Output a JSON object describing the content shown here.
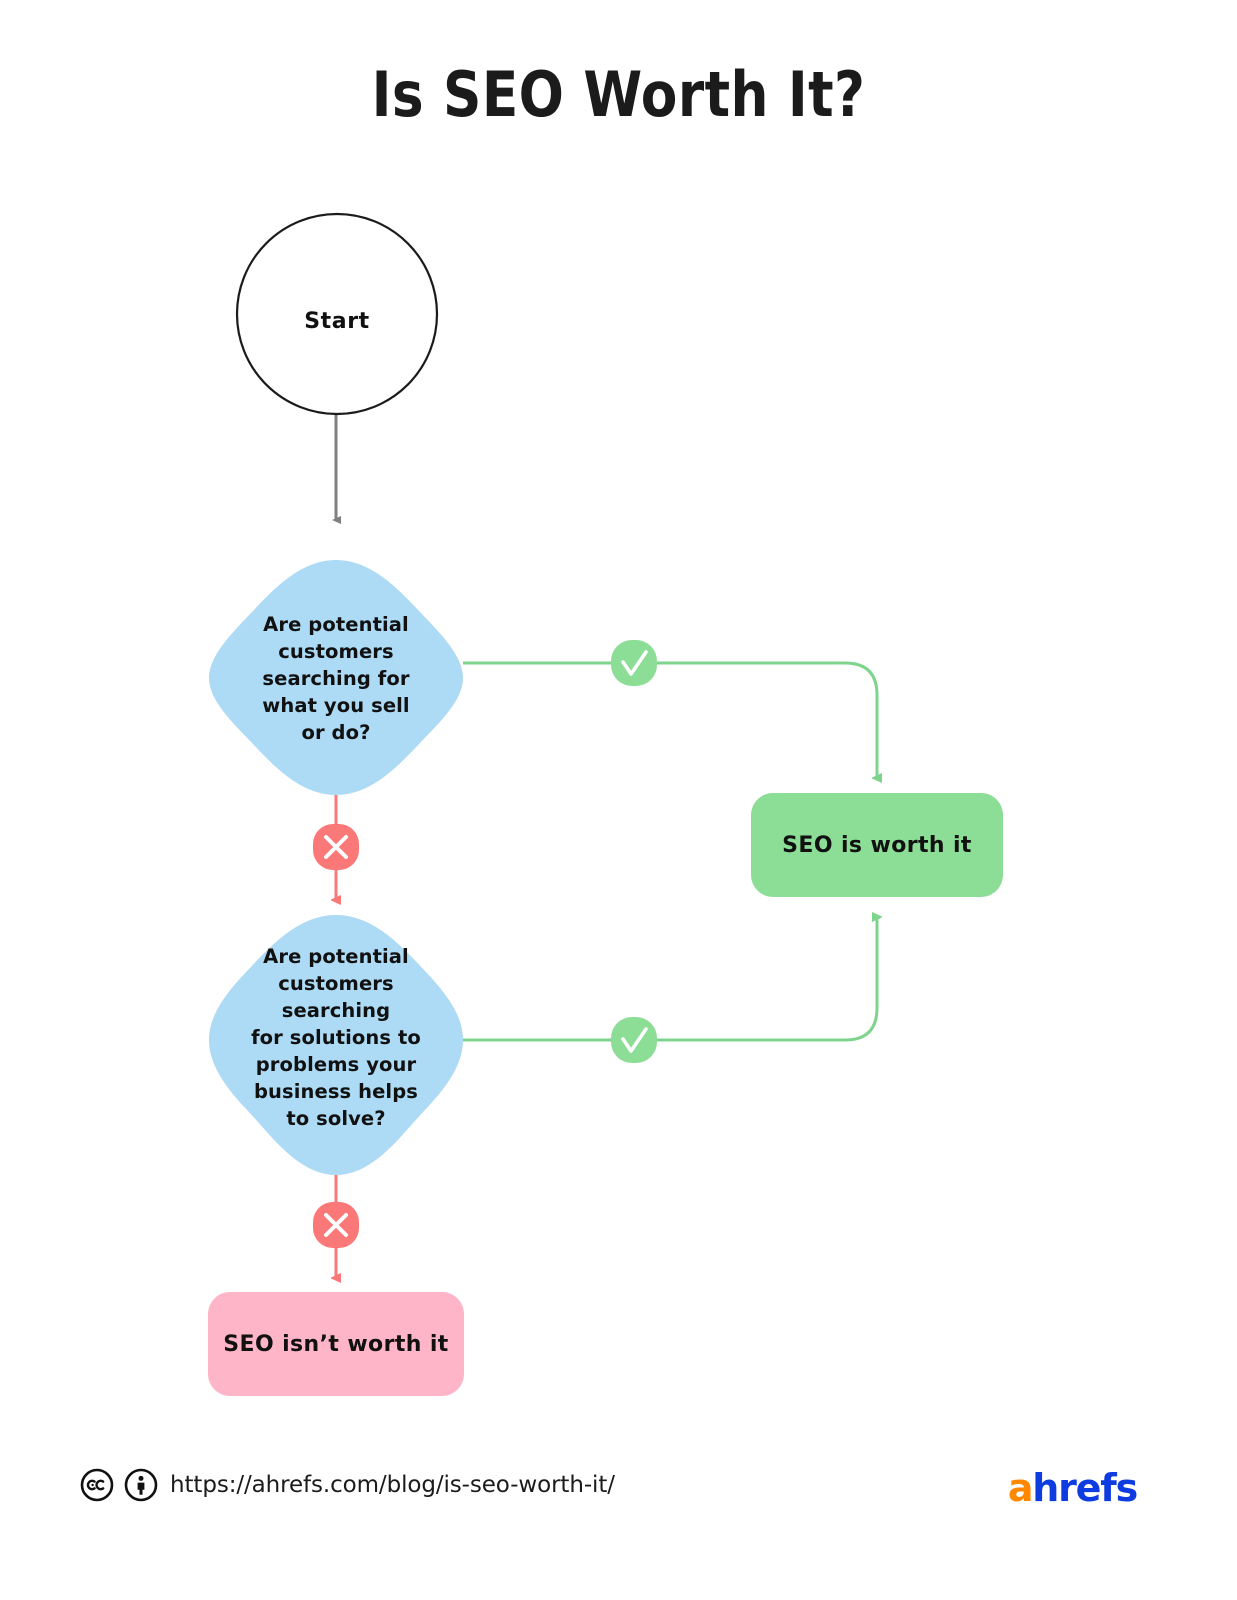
{
  "title": "Is SEO Worth It?",
  "domain_type": "flowchart",
  "colors": {
    "background": "#ffffff",
    "decision_fill": "#ADDAF5",
    "success_fill": "#8CDD95",
    "success_stroke": "#7ED48C",
    "failure_fill": "#FFB5C8",
    "failure_stroke": "#FB7878",
    "neutral_stroke": "#808080",
    "start_stroke": "#1b1b1b",
    "text": "#111111",
    "brand_orange": "#ff8800",
    "brand_blue": "#0f3ce0"
  },
  "nodes": {
    "start": {
      "label": "Start",
      "shape": "circle"
    },
    "decision_1": {
      "label": "Are potential\ncustomers\nsearching for\nwhat you sell\nor do?",
      "shape": "rounded-diamond"
    },
    "decision_2": {
      "label": "Are potential\ncustomers\nsearching\nfor solutions to\nproblems your\nbusiness helps\nto solve?",
      "shape": "rounded-diamond"
    },
    "outcome_yes": {
      "label": "SEO is worth it",
      "shape": "rounded-rect"
    },
    "outcome_no": {
      "label": "SEO isn’t worth it",
      "shape": "rounded-rect"
    }
  },
  "edges": [
    {
      "from": "start",
      "to": "decision_1",
      "badge": "none",
      "color": "#808080"
    },
    {
      "from": "decision_1",
      "to": "outcome_yes",
      "badge": "check",
      "color": "#7ED48C"
    },
    {
      "from": "decision_1",
      "to": "decision_2",
      "badge": "cross",
      "color": "#FB7878"
    },
    {
      "from": "decision_2",
      "to": "outcome_yes",
      "badge": "check",
      "color": "#7ED48C"
    },
    {
      "from": "decision_2",
      "to": "outcome_no",
      "badge": "cross",
      "color": "#FB7878"
    }
  ],
  "badges": {
    "check": {
      "glyph": "✓",
      "name": "check-badge",
      "fill": "#8CDD95"
    },
    "cross": {
      "glyph": "✕",
      "name": "cross-badge",
      "fill": "#FB7878"
    }
  },
  "footer": {
    "cc_license_icon": "creative-commons-icon",
    "cc_by_icon": "creative-commons-by-icon",
    "url": "https://ahrefs.com/blog/is-seo-worth-it/",
    "brand_first": "a",
    "brand_rest": "hrefs"
  }
}
